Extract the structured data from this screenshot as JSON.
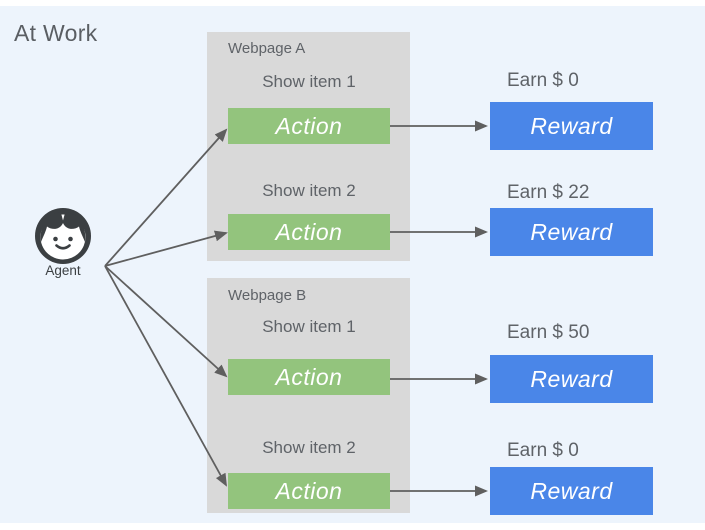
{
  "title": "At Work",
  "agent": {
    "label": "Agent",
    "icon": "person-face-icon"
  },
  "colors": {
    "background": "#edf4fc",
    "webpage_panel": "#d9d9d9",
    "action_green": "#93c47d",
    "reward_blue": "#4a86e8",
    "text_gray": "#5f6368",
    "arrow": "#5f5f5f"
  },
  "webpages": [
    {
      "label": "Webpage A",
      "items": [
        {
          "label": "Show item 1",
          "action_label": "Action"
        },
        {
          "label": "Show item 2",
          "action_label": "Action"
        }
      ]
    },
    {
      "label": "Webpage B",
      "items": [
        {
          "label": "Show item 1",
          "action_label": "Action"
        },
        {
          "label": "Show item 2",
          "action_label": "Action"
        }
      ]
    }
  ],
  "rewards": [
    {
      "earn_label": "Earn $ 0",
      "label": "Reward"
    },
    {
      "earn_label": "Earn $ 22",
      "label": "Reward"
    },
    {
      "earn_label": "Earn $ 50",
      "label": "Reward"
    },
    {
      "earn_label": "Earn $ 0",
      "label": "Reward"
    }
  ]
}
